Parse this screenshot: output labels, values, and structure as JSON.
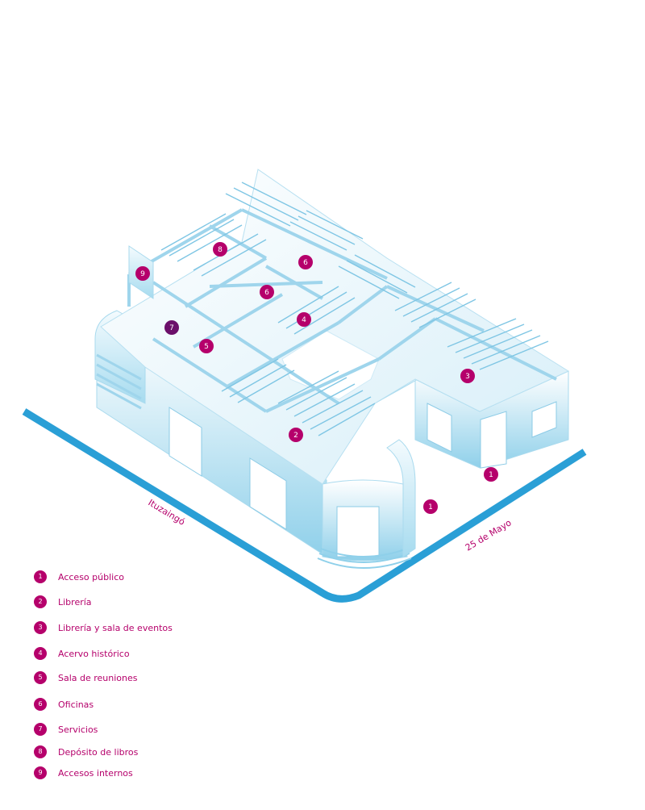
{
  "streets": {
    "left": "Ituzaingó",
    "right": "25 de Mayo"
  },
  "colors": {
    "accent": "#b5006b",
    "street_line": "#2a9fd6",
    "building_light": "#e8f6fc",
    "building_mid": "#bfe4f3",
    "building_dark": "#8fd0ea"
  },
  "markers": [
    {
      "num": "1",
      "room": "entrance-right"
    },
    {
      "num": "1",
      "room": "entrance-corner"
    },
    {
      "num": "2",
      "room": "bookstore"
    },
    {
      "num": "3",
      "room": "bookstore-events"
    },
    {
      "num": "4",
      "room": "archive"
    },
    {
      "num": "5",
      "room": "meeting-room"
    },
    {
      "num": "6",
      "room": "office-center"
    },
    {
      "num": "6",
      "room": "office-top"
    },
    {
      "num": "7",
      "room": "services"
    },
    {
      "num": "8",
      "room": "book-depot"
    },
    {
      "num": "9",
      "room": "internal-access"
    }
  ],
  "legend": [
    {
      "num": "1",
      "label": "Acceso público"
    },
    {
      "num": "2",
      "label": "Librería"
    },
    {
      "num": "3",
      "label": "Librería y sala de eventos"
    },
    {
      "num": "4",
      "label": "Acervo histórico"
    },
    {
      "num": "5",
      "label": "Sala de reuniones"
    },
    {
      "num": "6",
      "label": "Oficinas"
    },
    {
      "num": "7",
      "label": "Servicios"
    },
    {
      "num": "8",
      "label": "Depósito de libros"
    },
    {
      "num": "9",
      "label": "Accesos internos"
    }
  ]
}
